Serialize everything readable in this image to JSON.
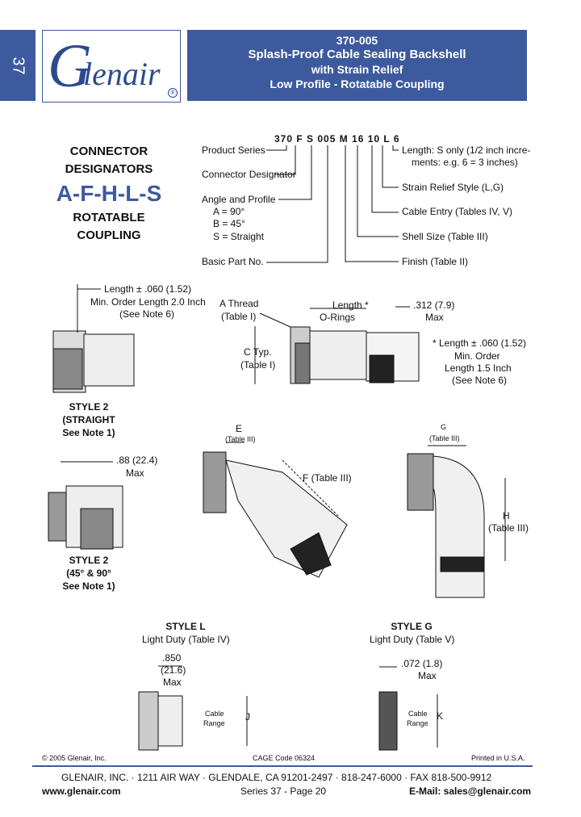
{
  "side_tab": "37",
  "logo": {
    "brand": "Glenair"
  },
  "header": {
    "part": "370-005",
    "line1": "Splash-Proof Cable Sealing Backshell",
    "line2": "with Strain Relief",
    "line3": "Low Profile - Rotatable Coupling"
  },
  "designators": {
    "title1": "CONNECTOR",
    "title2": "DESIGNATORS",
    "letters": "A-F-H-L-S",
    "sub1": "ROTATABLE",
    "sub2": "COUPLING"
  },
  "part_number": "370 F S 005 M 16 10 L 6",
  "pn_left": {
    "product_series": "Product Series",
    "connector_designator": "Connector Designator",
    "angle_profile": "Angle and Profile",
    "a": "A = 90°",
    "b": "B = 45°",
    "s": "S = Straight",
    "basic_part": "Basic Part No."
  },
  "pn_right": {
    "length1": "Length: S only (1/2 inch incre-",
    "length2": "ments: e.g. 6 = 3 inches)",
    "strain_relief": "Strain Relief Style (L,G)",
    "cable_entry": "Cable Entry (Tables IV, V)",
    "shell_size": "Shell Size (Table III)",
    "finish": "Finish (Table II)"
  },
  "style2_straight": {
    "note1": "Length ± .060 (1.52)",
    "note2": "Min. Order Length 2.0 Inch",
    "note3": "(See Note 6)",
    "caption1": "STYLE 2",
    "caption2": "(STRAIGHT",
    "caption3": "See Note 1)"
  },
  "main_drawing": {
    "a_thread1": "A Thread",
    "a_thread2": "(Table I)",
    "length": "Length *",
    "orings": "O-Rings",
    "dim312a": ".312 (7.9)",
    "dim312b": "Max",
    "c_typ1": "C Typ.",
    "c_typ2": "(Table I)",
    "star1": "* Length ± .060 (1.52)",
    "star2": "Min. Order",
    "star3": "Length 1.5 Inch",
    "star4": "(See Note 6)"
  },
  "style2_angled": {
    "dim1": ".88 (22.4)",
    "dim2": "Max",
    "caption1": "STYLE 2",
    "caption2": "(45° & 90°",
    "caption3": "See Note 1)"
  },
  "drawing45": {
    "e": "E",
    "e_table": "(Table III)",
    "f": "F (Table III)"
  },
  "drawing90": {
    "g": "G",
    "g_table": "(Table III)",
    "h": "H",
    "h_table": "(Table III)"
  },
  "style_l": {
    "title": "STYLE L",
    "sub": "Light Duty (Table IV)",
    "d1": ".850",
    "d2": "(21.6)",
    "d3": "Max",
    "cable1": "Cable",
    "cable2": "Range",
    "j": "J"
  },
  "style_g": {
    "title": "STYLE G",
    "sub": "Light Duty (Table V)",
    "d1": ".072 (1.8)",
    "d2": "Max",
    "cable1": "Cable",
    "cable2": "Range",
    "k": "K"
  },
  "footer": {
    "copyright": "© 2005 Glenair, Inc.",
    "cage": "CAGE Code 06324",
    "printed": "Printed in U.S.A.",
    "address": "GLENAIR, INC. · 1211 AIR WAY · GLENDALE, CA 91201-2497 · 818-247-6000 · FAX 818-500-9912",
    "web": "www.glenair.com",
    "page": "Series 37 - Page 20",
    "email": "E-Mail: sales@glenair.com"
  },
  "colors": {
    "accent": "#3d5a9e"
  }
}
